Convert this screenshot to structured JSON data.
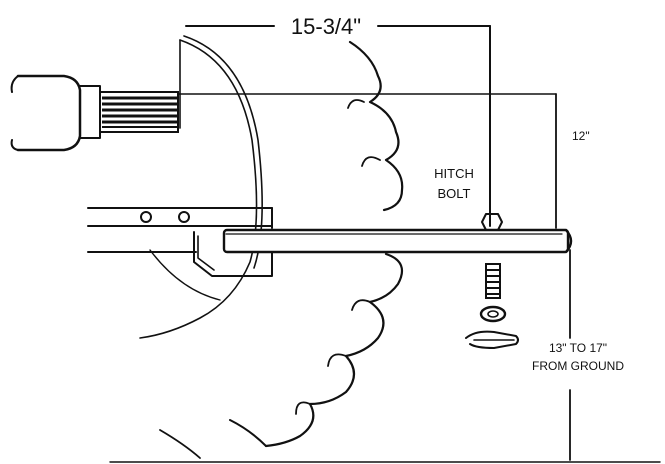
{
  "dimensions": {
    "pto_to_hitch": "15-3/4\"",
    "drawbar_height_above": "12\"",
    "drawbar_height_line1": "13\" TO 17\"",
    "drawbar_height_line2": "FROM GROUND"
  },
  "labels": {
    "hitch_bolt_line1": "HITCH",
    "hitch_bolt_line2": "BOLT"
  },
  "colors": {
    "ink": "#111111",
    "background": "#ffffff"
  }
}
